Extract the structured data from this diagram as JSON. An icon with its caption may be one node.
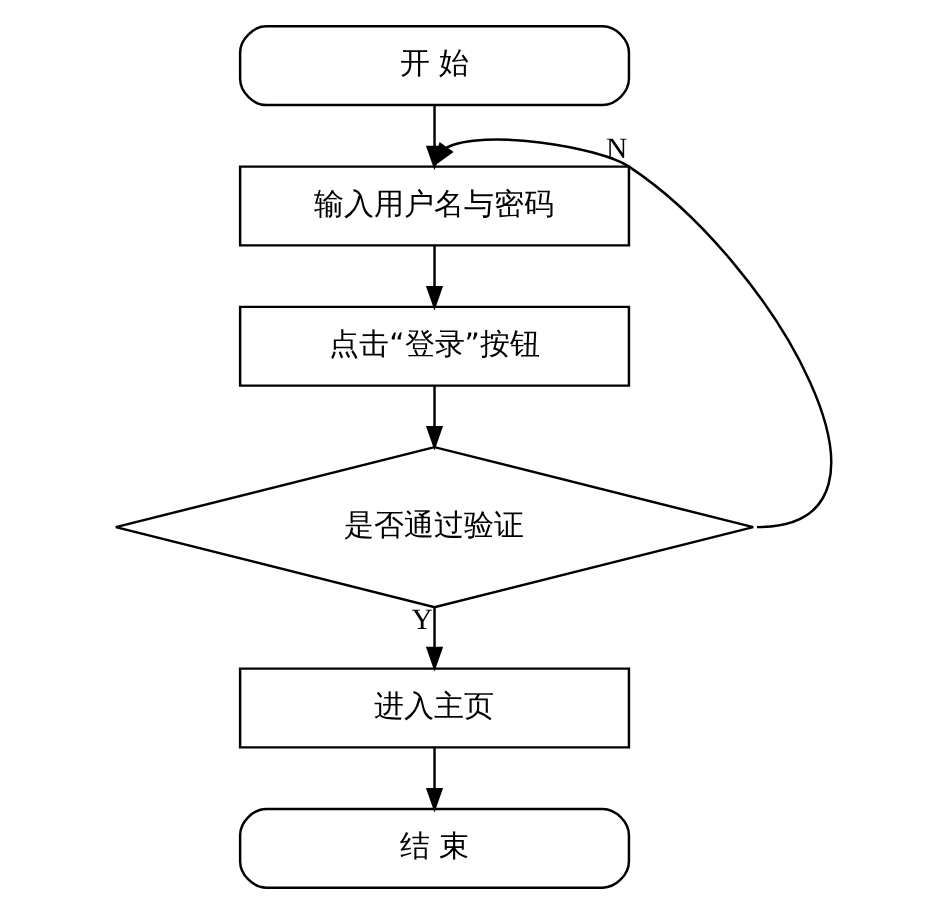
{
  "diagram": {
    "nodes": [
      {
        "text": [
          "开 始"
        ]
      },
      {
        "text": [
          "输入用户名与密码"
        ]
      },
      {
        "text": [
          "点击“登录”按钮"
        ]
      },
      {
        "text": [
          "是否通过验证"
        ]
      },
      {
        "text": [
          "进入主页"
        ]
      },
      {
        "text": [
          "结 束"
        ]
      }
    ],
    "edges": [
      {
        "from": 0,
        "to": 1,
        "arrow": "to"
      },
      {
        "from": 1,
        "to": 2,
        "arrow": "to"
      },
      {
        "from": 2,
        "to": 3,
        "arrow": "to"
      },
      {
        "from": 3,
        "to": 4,
        "arrow": "to",
        "label": "Y"
      },
      {
        "from": 3,
        "to": 1,
        "arrow": "to",
        "label": "N"
      },
      {
        "from": 4,
        "to": 5,
        "arrow": "to"
      }
    ]
  }
}
